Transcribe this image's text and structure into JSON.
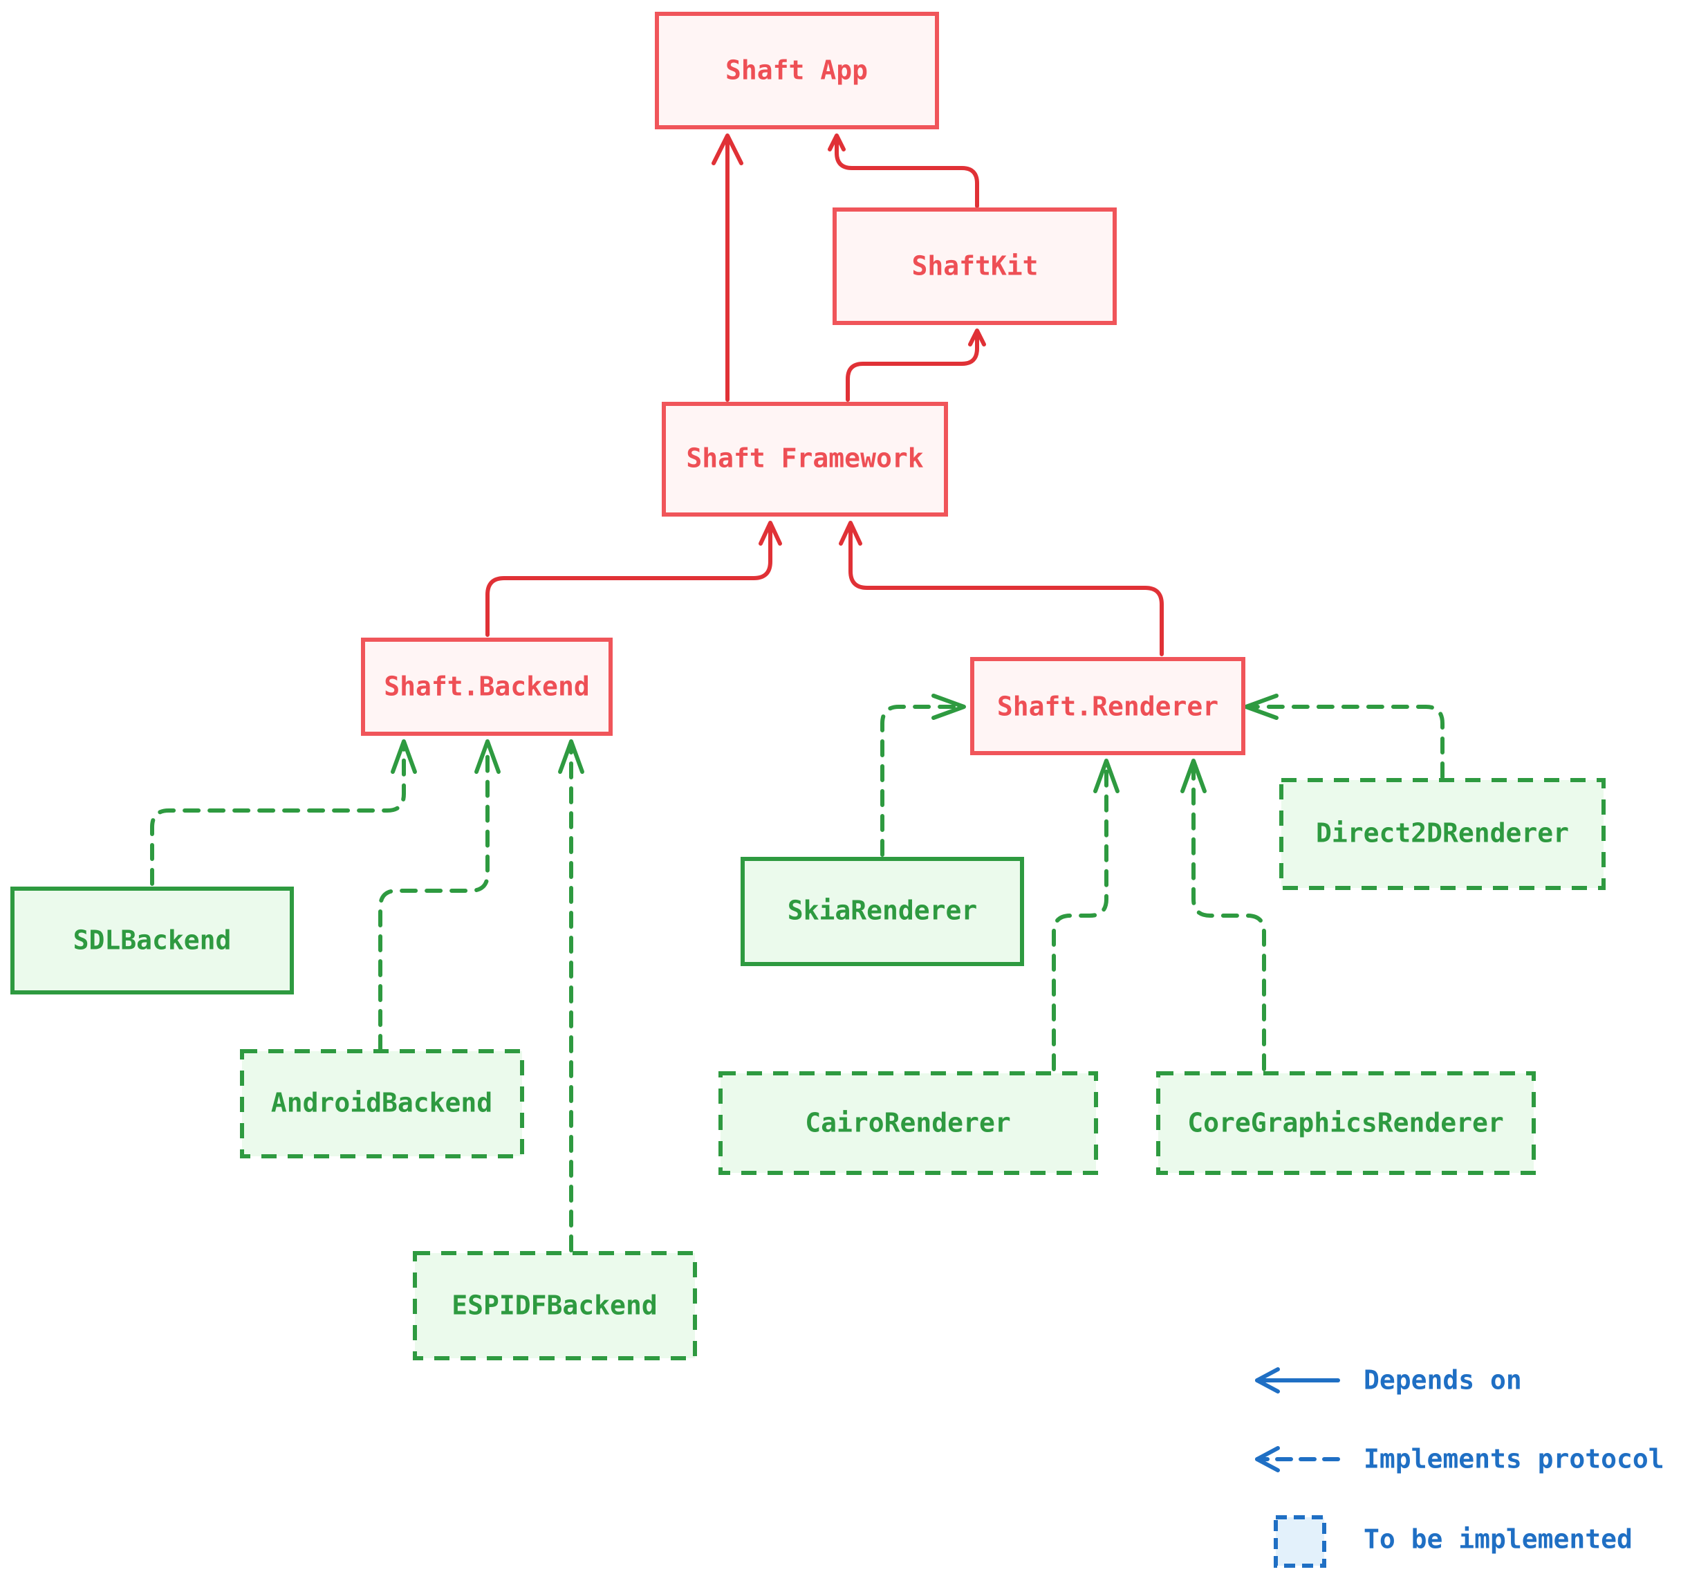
{
  "nodes": {
    "shaft_app": "Shaft App",
    "shaftkit": "ShaftKit",
    "shaft_framework": "Shaft Framework",
    "shaft_backend": "Shaft.Backend",
    "shaft_renderer": "Shaft.Renderer",
    "sdl_backend": "SDLBackend",
    "android_backend": "AndroidBackend",
    "espidf_backend": "ESPIDFBackend",
    "skia_renderer": "SkiaRenderer",
    "direct2d_renderer": "Direct2DRenderer",
    "cairo_renderer": "CairoRenderer",
    "coregraphics_renderer": "CoreGraphicsRenderer"
  },
  "legend": {
    "depends_on": "Depends on",
    "implements_protocol": "Implements protocol",
    "to_be_implemented": "To be implemented"
  },
  "colors": {
    "core": "#ee4f55",
    "dependency_arrow": "#e03136",
    "implementation": "#2e9a40",
    "legend": "#1f6fc4"
  },
  "icons": {
    "dependency": "solid-arrow-icon",
    "protocol": "dashed-arrow-icon",
    "planned": "dashed-box-icon"
  }
}
